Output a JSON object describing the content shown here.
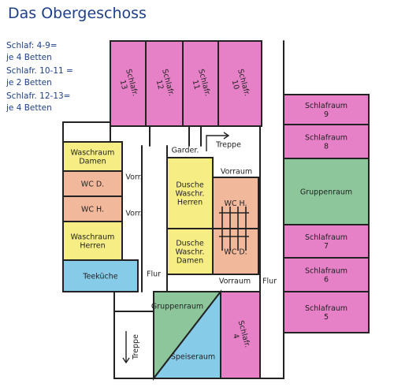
{
  "title": "Das Obergeschoss",
  "notes": [
    "Schlaf: 4-9=",
    "je 4 Betten",
    "Schlafr. 10-11 =",
    "je 2 Betten",
    "Schlafr. 12-13=",
    "je 4 Betten"
  ],
  "colors": {
    "pink": "#e681c8",
    "yellow": "#f6ee85",
    "salmon": "#f1b89c",
    "green": "#8cc69a",
    "blue": "#86cbe8",
    "outline": "#222222",
    "title": "#1f3f8a"
  },
  "rooms": {
    "s13": [
      "Schlafr.",
      "13"
    ],
    "s12": [
      "Schlafr.",
      "12"
    ],
    "s11": [
      "Schlafr.",
      "11"
    ],
    "s10": [
      "Schlafr.",
      "10"
    ],
    "s9": [
      "Schlafraum",
      "9"
    ],
    "s8": [
      "Schlafraum",
      "8"
    ],
    "gruppe_right": [
      "Gruppenraum"
    ],
    "s7": [
      "Schlafraum",
      "7"
    ],
    "s6": [
      "Schlafraum",
      "6"
    ],
    "s5": [
      "Schlafraum",
      "5"
    ],
    "waschraum_damen": [
      "Waschraum",
      "Damen"
    ],
    "wc_d_left": [
      "WC D."
    ],
    "wc_h_left": [
      "WC H."
    ],
    "waschraum_herren": [
      "Waschraum",
      "Herren"
    ],
    "teekueche": [
      "Teeküche"
    ],
    "dusche_herren": [
      "Dusche",
      "Waschr.",
      "Herren"
    ],
    "dusche_damen": [
      "Dusche",
      "Waschr.",
      "Damen"
    ],
    "wc_h_mid": [
      "WC H."
    ],
    "wc_d_mid": [
      "WC D."
    ],
    "gruppe_bottom": [
      "Gruppenraum"
    ],
    "speiseraum": [
      "Speiseraum"
    ],
    "s4": [
      "Schlafr.",
      "4"
    ]
  },
  "labels": {
    "garder": "Garder.",
    "treppe_top": "Treppe",
    "vorraum_top": "Vorraum",
    "vorraum_bottom": "Vorraum",
    "vorr_1": "Vorr.",
    "vorr_2": "Vorr.",
    "flur_left": "Flur",
    "flur_right": "Flur",
    "treppe_bottom": "Treppe"
  }
}
